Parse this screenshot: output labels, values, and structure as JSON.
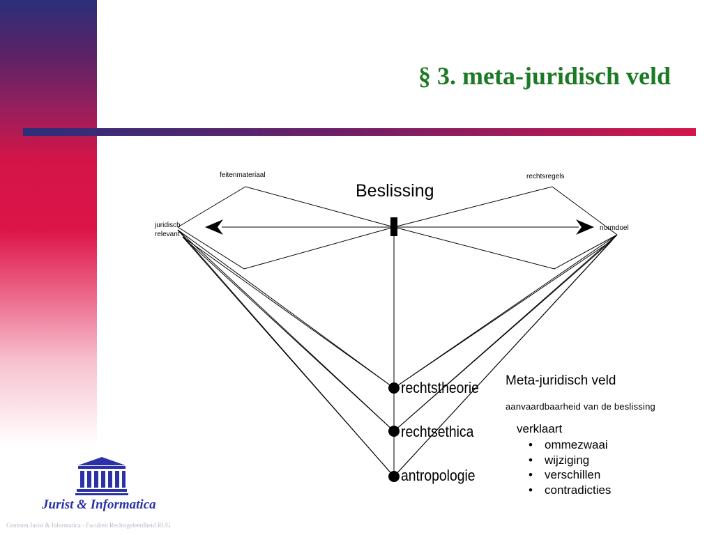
{
  "slide": {
    "title": "§ 3. meta-juridisch veld",
    "footer": "Centrum Jurist & Informatica - Faculteit Rechtsgeleerdheid RUG"
  },
  "logo": {
    "text": "Jurist & Informatica",
    "icon": "building-icon"
  },
  "diagram": {
    "center_label": "Beslissing",
    "left_top_label": "feitenmateriaal",
    "right_top_label": "rechtsregels",
    "left_label": "juridisch relevant",
    "right_label": "normdoel",
    "nodes": [
      {
        "label": "rechtstheorie"
      },
      {
        "label": "rechtsethica"
      },
      {
        "label": "antropologie"
      }
    ]
  },
  "meta": {
    "title": "Meta-juridisch veld",
    "subtitle": "aanvaardbaarheid van de beslissing",
    "verklaart": "verklaart",
    "items": [
      "ommezwaai",
      "wijziging",
      "verschillen",
      "contradicties"
    ]
  },
  "colors": {
    "title": "#1c7a25",
    "rule_start": "#2b2f7a",
    "rule_end": "#d4164a",
    "logo": "#2b32a8"
  }
}
